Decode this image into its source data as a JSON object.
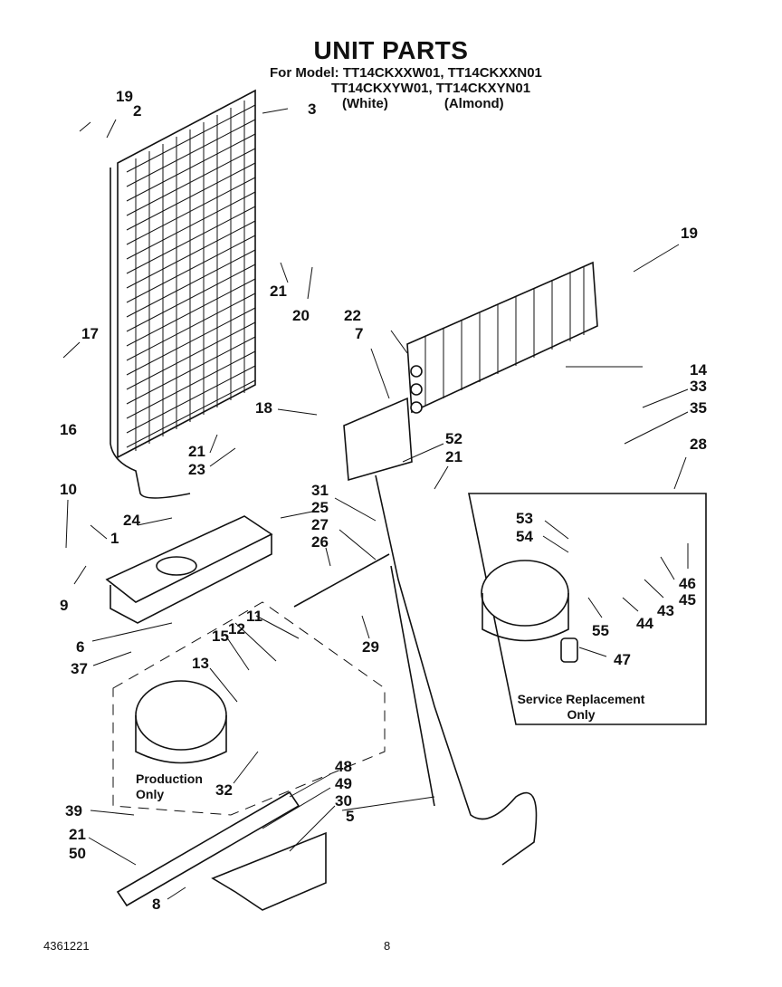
{
  "title": "UNIT PARTS",
  "models": {
    "prefix": "For Model:",
    "line1": "TT14CKXXW01, TT14CKXXN01",
    "line2": "TT14CKXYW01, TT14CKXYN01",
    "white": "(White)",
    "almond": "(Almond)"
  },
  "labels": {
    "p19a": "19",
    "p2": "2",
    "p3": "3",
    "p19b": "19",
    "p21a": "21",
    "p20": "20",
    "p22": "22",
    "p7": "7",
    "p14": "14",
    "p33": "33",
    "p35": "35",
    "p17": "17",
    "p16": "16",
    "p18": "18",
    "p21b": "21",
    "p23": "23",
    "p52": "52",
    "p21c": "21",
    "p28": "28",
    "p10": "10",
    "p24": "24",
    "p1": "1",
    "p9": "9",
    "p31": "31",
    "p25": "25",
    "p27": "27",
    "p26": "26",
    "p53": "53",
    "p54": "54",
    "p46": "46",
    "p45": "45",
    "p43": "43",
    "p44": "44",
    "p55": "55",
    "p47": "47",
    "p6": "6",
    "p37": "37",
    "p15": "15",
    "p12": "12",
    "p11": "11",
    "p13": "13",
    "p29": "29",
    "p32": "32",
    "p48": "48",
    "p49": "49",
    "p30": "30",
    "p39": "39",
    "p5": "5",
    "p21d": "21",
    "p50": "50",
    "p8": "8"
  },
  "notes": {
    "production": "Production\nOnly",
    "service": "Service Replacement\nOnly"
  },
  "footer": {
    "doc_number": "4361221",
    "page": "8"
  }
}
